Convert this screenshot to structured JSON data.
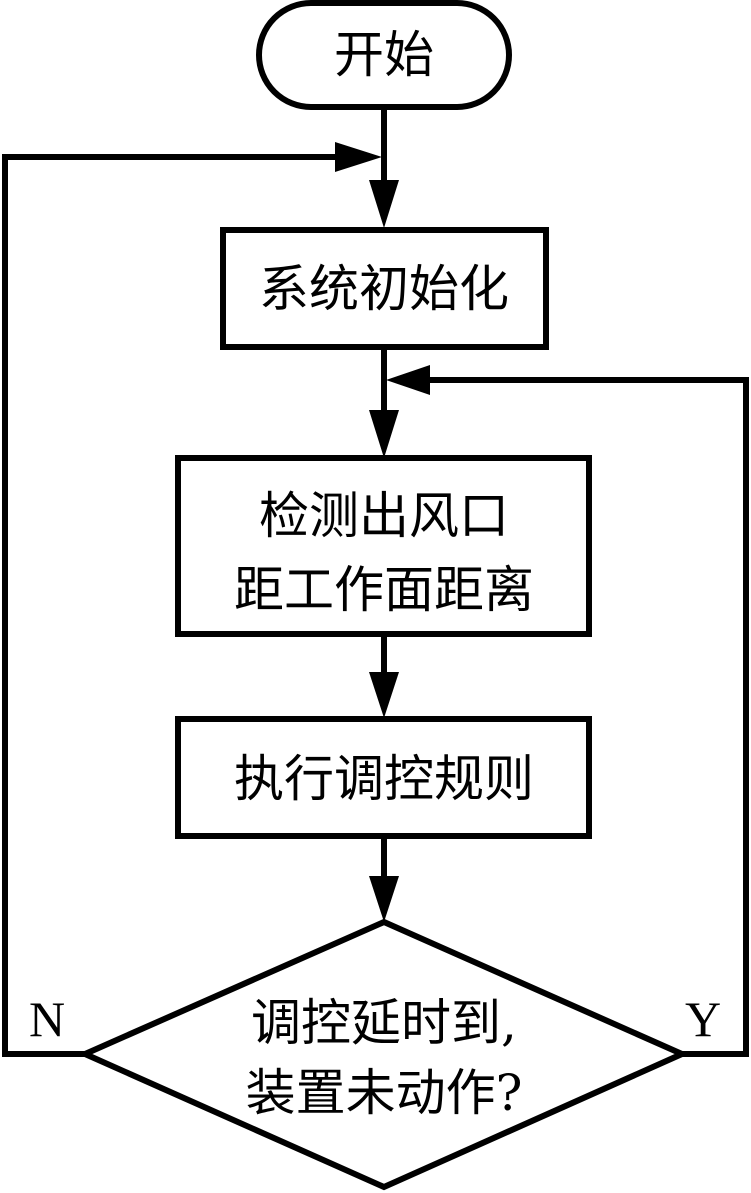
{
  "diagram": {
    "type": "flowchart",
    "colors": {
      "stroke": "#000000",
      "background": "#ffffff",
      "text": "#000000"
    },
    "nodes": {
      "start": {
        "shape": "terminator",
        "label": "开始"
      },
      "init": {
        "shape": "process",
        "label": "系统初始化"
      },
      "detect": {
        "shape": "process",
        "lines": [
          "检测出风口",
          "距工作面距离"
        ]
      },
      "execute": {
        "shape": "process",
        "label": "执行调控规则"
      },
      "decision": {
        "shape": "decision",
        "lines": [
          "调控延时到,",
          "装置未动作?"
        ]
      }
    },
    "edges": [
      {
        "from": "start",
        "to": "init"
      },
      {
        "from": "init",
        "to": "detect"
      },
      {
        "from": "detect",
        "to": "execute"
      },
      {
        "from": "execute",
        "to": "decision"
      },
      {
        "from": "decision",
        "to": "init",
        "label": "N"
      },
      {
        "from": "decision",
        "to": "detect",
        "label": "Y"
      }
    ],
    "branch_labels": {
      "no": "N",
      "yes": "Y"
    }
  }
}
